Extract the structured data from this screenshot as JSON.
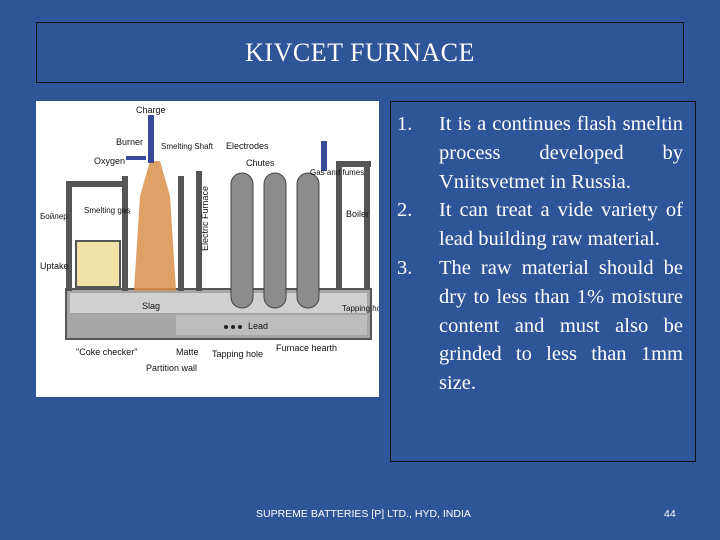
{
  "slide": {
    "title": "KIVCET FURNACE",
    "points": [
      {
        "num": "1.",
        "text": "It is a continues flash smeltin process developed by Vniitsvetmet in Russia."
      },
      {
        "num": "2.",
        "text": "It can treat a vide variety of lead building raw material."
      },
      {
        "num": "3.",
        "text": "The raw material should be dry to less than 1% moisture content and must also be grinded to less than 1mm size."
      }
    ],
    "footer": "SUPREME BATTERIES [P] LTD., HYD, INDIA",
    "page_number": "44"
  },
  "diagram": {
    "labels": {
      "charge": "Charge",
      "burner": "Burner",
      "oxygen": "Oxygen",
      "smelting_shaft": "Smelting Shaft",
      "electrodes": "Electrodes",
      "chutes": "Chutes",
      "gas_and_fumes": "Gas and fumes",
      "electric_furnace": "Electric Furnace",
      "boiler_left": "Бойлер",
      "smelting_gas": "Smelting gas",
      "boiler_right": "Boiler",
      "uptake": "Uptake",
      "slag": "Slag",
      "tapping_hole_right": "Tapping hole",
      "lead": "Lead",
      "coke_checker": "\"Coke checker\"",
      "matte": "Matte",
      "tapping_hole_bottom": "Tapping hole",
      "furnace_hearth": "Furnace hearth",
      "partition_wall": "Partition wall"
    },
    "colors": {
      "electrode": "#8c8c8c",
      "hearth": "#a6a6a6",
      "slag": "#c8c8c8",
      "flame": "#d9904a",
      "furnace_wall": "#555555",
      "pipe": "#3a4a9a"
    }
  }
}
